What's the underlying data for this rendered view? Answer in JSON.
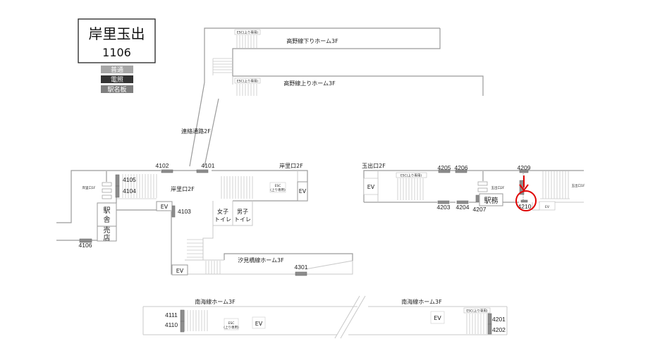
{
  "station": {
    "name": "岸里玉出",
    "code": "1106"
  },
  "legend": [
    {
      "label": "普通",
      "color": "#a6a6a6"
    },
    {
      "label": "電照",
      "color": "#333333"
    },
    {
      "label": "駅名板",
      "color": "#7f7f7f"
    }
  ],
  "areas": {
    "koya_down": "高野線下りホーム3F",
    "koya_up": "高野線上りホーム3F",
    "connecting_passage": "連絡通路2F",
    "kishisato_2f_a": "岸里口2F",
    "kishisato_2f_b": "岸里口2F",
    "kishisato_1f": "岸里口1F",
    "shiomibashi": "汐見橋線ホーム3F",
    "nankai_left": "南海線ホーム3F",
    "nankai_right": "南海線ホーム3F",
    "tamade_2f": "玉出口2F",
    "tamade_2f_small": "玉出口2F",
    "tamade_1f": "玉出口1F"
  },
  "facilities": {
    "esc_up_only": "ESC(上り専用)",
    "esc": "ESC",
    "esc_sub": "(上り専用)",
    "ev": "EV",
    "station_bldg_1": "駅",
    "station_bldg_2": "舎",
    "shop_1": "売",
    "shop_2": "店",
    "women_1": "女子",
    "women_2": "トイレ",
    "men_1": "男子",
    "men_2": "トイレ",
    "station_office": "駅務"
  },
  "signs": {
    "s4101": "4101",
    "s4102": "4102",
    "s4103": "4103",
    "s4104": "4104",
    "s4105": "4105",
    "s4106": "4106",
    "s4110": "4110",
    "s4111": "4111",
    "s4201": "4201",
    "s4202": "4202",
    "s4203": "4203",
    "s4204": "4204",
    "s4205": "4205",
    "s4206": "4206",
    "s4207": "4207",
    "s4209": "4209",
    "s4210": "4210",
    "s4301": "4301"
  },
  "highlight": {
    "target_sign": "4210",
    "color": "#e00000"
  }
}
